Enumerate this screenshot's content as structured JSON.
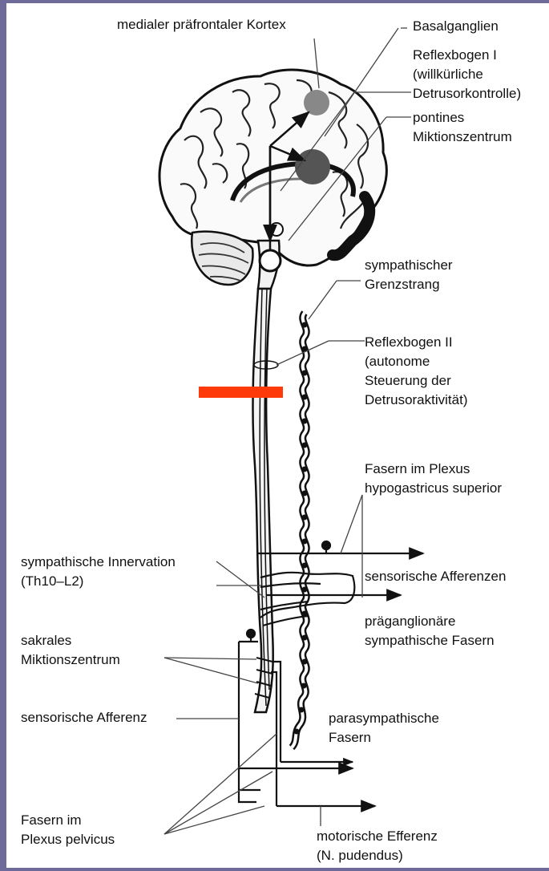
{
  "colors": {
    "frame": "#6e6a9a",
    "background": "#ffffff",
    "ink": "#111111",
    "marker": "#ff3a0a",
    "shade": "#555555"
  },
  "labels": {
    "pfc": "medialer präfrontaler Kortex",
    "basal": "Basalganglien",
    "reflex1_l1": "Reflexbogen I",
    "reflex1_l2": "(willkürliche",
    "reflex1_l3": "Detrusorkontrolle)",
    "pontines_l1": "pontines",
    "pontines_l2": "Miktionszentrum",
    "symp_l1": "sympathischer",
    "symp_l2": "Grenzstrang",
    "reflex2_l1": "Reflexbogen II",
    "reflex2_l2": "(autonome",
    "reflex2_l3": "Steuerung der",
    "reflex2_l4": "Detrusoraktivität)",
    "hypog_l1": "Fasern im Plexus",
    "hypog_l2": "hypogastricus superior",
    "sympinn_l1": "sympathische Innervation",
    "sympinn_l2": "(Th10–L2)",
    "sensaff": "sensorische Afferenzen",
    "pregang_l1": "präganglionäre",
    "pregang_l2": "sympathische Fasern",
    "sakral_l1": "sakrales",
    "sakral_l2": "Miktionszentrum",
    "sensaff_single": "sensorische Afferenz",
    "parasymp_l1": "parasympathische",
    "parasymp_l2": "Fasern",
    "pelvic_l1": "Fasern im",
    "pelvic_l2": "Plexus pelvicus",
    "motor_l1": "motorische Efferenz",
    "motor_l2": "(N. pudendus)"
  },
  "icons": [
    "brain-illustration",
    "spinal-cord",
    "sympathetic-trunk",
    "arrow-icon"
  ]
}
